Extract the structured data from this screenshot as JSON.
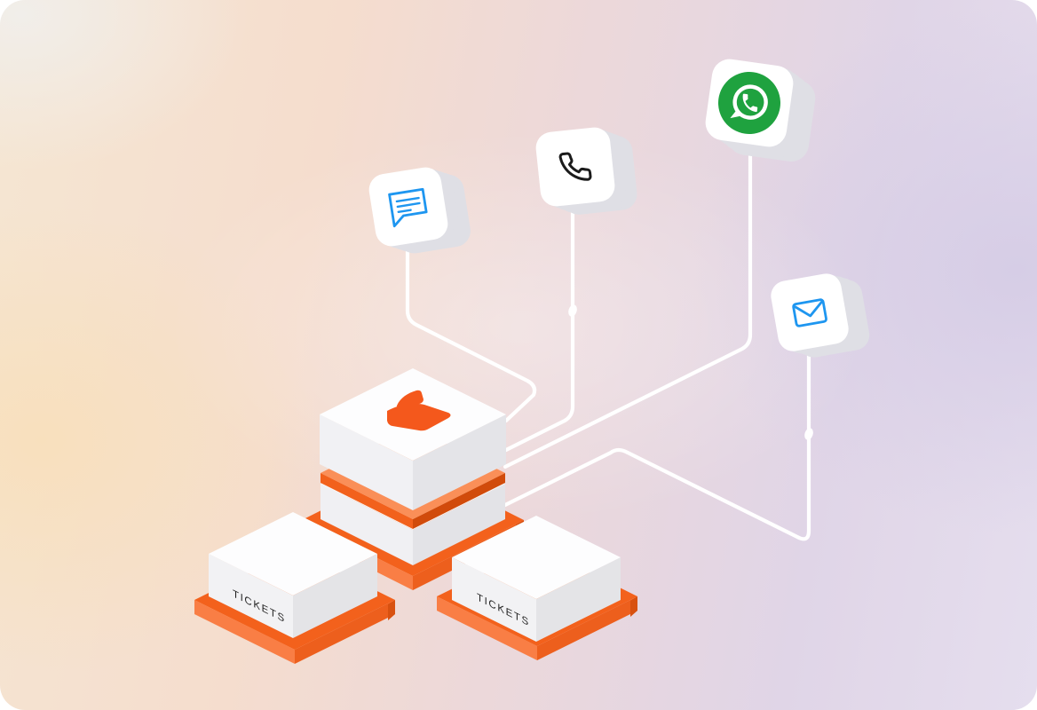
{
  "illustration": {
    "title": "omnichannel-tickets-isometric-illustration",
    "hub": {
      "logo": "helpdesk-logo",
      "logo_color": "#F4581C",
      "platform_color": "#F3611C"
    },
    "ticket_boxes": {
      "left_label": "TICKETS",
      "middle_label": "TICKETS"
    },
    "channels": [
      {
        "id": "chat",
        "icon": "chat-icon",
        "icon_color": "#1E96F0"
      },
      {
        "id": "phone",
        "icon": "phone-icon",
        "icon_color": "#1B1B1B"
      },
      {
        "id": "whatsapp",
        "icon": "whatsapp-icon",
        "icon_color": "#1FA23F"
      },
      {
        "id": "email",
        "icon": "email-icon",
        "icon_color": "#1E96F0"
      }
    ],
    "colors": {
      "connector_line": "#FFFFFF",
      "orange_top": "#F3611C",
      "orange_light_side": "#F97E45",
      "orange_dark_side": "#D14B0B",
      "card_side": "#DFDFE5",
      "box_left_face": "#F1F1F4",
      "box_right_face": "#E4E4E8",
      "box_top_face": "#FDFDFE",
      "background_left": "#F5DDCE",
      "background_right": "#E0D5E7"
    }
  }
}
